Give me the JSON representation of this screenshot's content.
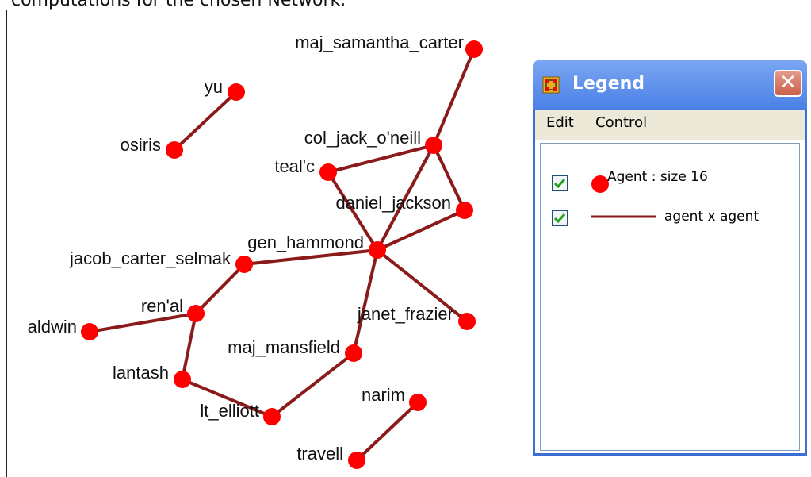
{
  "caption": "computations for the chosen Network.",
  "graph": {
    "edge_color": "#8b1a1a",
    "node_color": "#ff0000",
    "nodes": [
      {
        "id": "maj_samantha_carter",
        "label": "maj_samantha_carter"
      },
      {
        "id": "yu",
        "label": "yu"
      },
      {
        "id": "osiris",
        "label": "osiris"
      },
      {
        "id": "col_jack_oneill",
        "label": "col_jack_o'neill"
      },
      {
        "id": "tealc",
        "label": "teal'c"
      },
      {
        "id": "daniel_jackson",
        "label": "daniel_jackson"
      },
      {
        "id": "gen_hammond",
        "label": "gen_hammond"
      },
      {
        "id": "jacob_carter_selmak",
        "label": "jacob_carter_selmak"
      },
      {
        "id": "renal",
        "label": "ren'al"
      },
      {
        "id": "aldwin",
        "label": "aldwin"
      },
      {
        "id": "janet_frazier",
        "label": "janet_frazier"
      },
      {
        "id": "maj_mansfield",
        "label": "maj_mansfield"
      },
      {
        "id": "lantash",
        "label": "lantash"
      },
      {
        "id": "lt_elliott",
        "label": "lt_elliott"
      },
      {
        "id": "narim",
        "label": "narim"
      },
      {
        "id": "travell",
        "label": "travell"
      }
    ],
    "edges": [
      [
        "yu",
        "osiris"
      ],
      [
        "maj_samantha_carter",
        "col_jack_oneill"
      ],
      [
        "col_jack_oneill",
        "tealc"
      ],
      [
        "col_jack_oneill",
        "daniel_jackson"
      ],
      [
        "col_jack_oneill",
        "gen_hammond"
      ],
      [
        "tealc",
        "gen_hammond"
      ],
      [
        "daniel_jackson",
        "gen_hammond"
      ],
      [
        "gen_hammond",
        "jacob_carter_selmak"
      ],
      [
        "gen_hammond",
        "janet_frazier"
      ],
      [
        "gen_hammond",
        "maj_mansfield"
      ],
      [
        "jacob_carter_selmak",
        "renal"
      ],
      [
        "aldwin",
        "renal"
      ],
      [
        "renal",
        "lantash"
      ],
      [
        "lantash",
        "lt_elliott"
      ],
      [
        "maj_mansfield",
        "lt_elliott"
      ],
      [
        "narim",
        "travell"
      ]
    ]
  },
  "legend": {
    "title": "Legend",
    "close_label": "✕",
    "menu": [
      "Edit",
      "Control"
    ],
    "rows": [
      {
        "checked": true,
        "symbol": "node",
        "text": "Agent : size 16"
      },
      {
        "checked": true,
        "symbol": "edge",
        "text": "agent x agent"
      }
    ]
  }
}
